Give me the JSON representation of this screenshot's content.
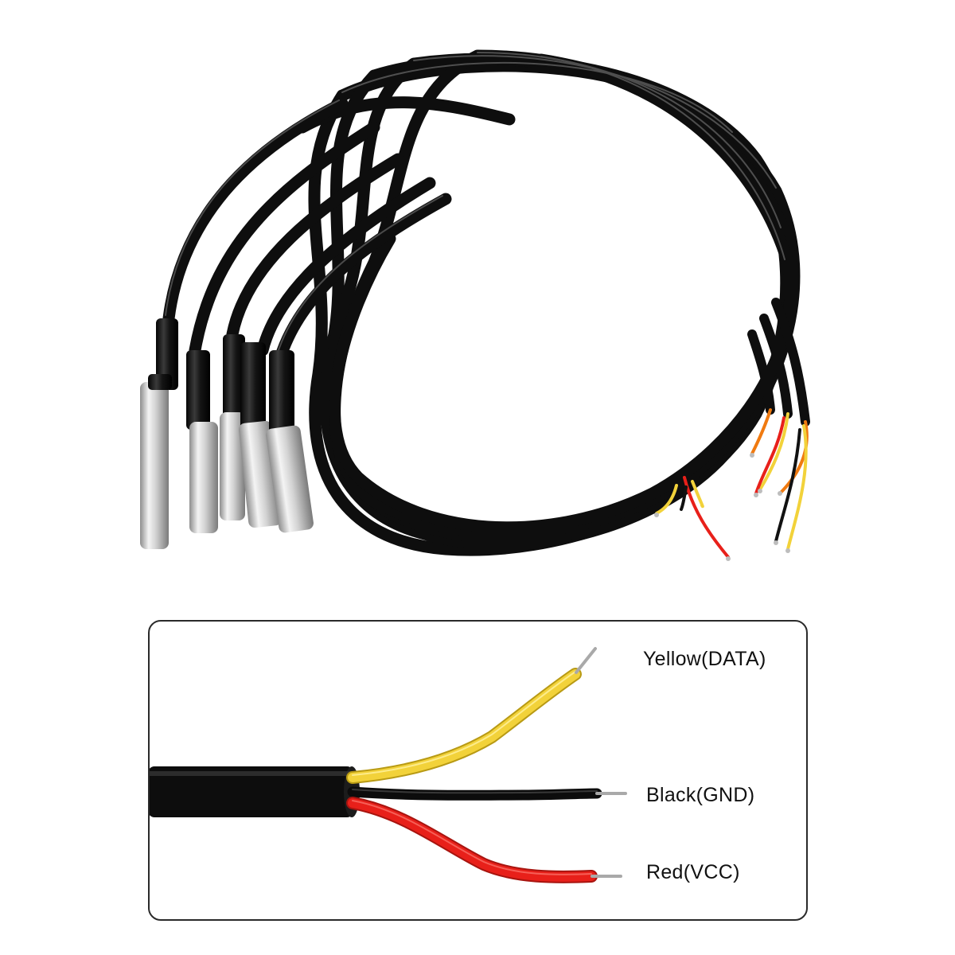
{
  "legend": {
    "yellow_label": "Yellow(DATA)",
    "black_label": "Black(GND)",
    "red_label": "Red(VCC)"
  },
  "colors": {
    "background": "#ffffff",
    "cable_jacket": "#111111",
    "wire_yellow": "#f2d23a",
    "wire_black": "#0c0c0c",
    "wire_red": "#e8201a",
    "wire_orange": "#f07a10",
    "probe_steel": "#c9c9c9",
    "panel_border": "#2a2a2a"
  },
  "probe_count": 5
}
